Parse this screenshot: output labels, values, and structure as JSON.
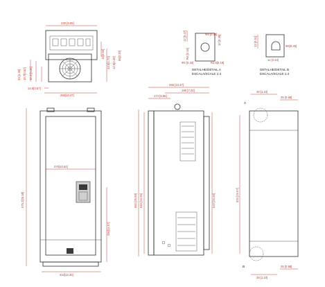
{
  "dimensions": {
    "top_width": "230 [9.05]",
    "top_h1": "15.7[0.62]",
    "top_h2": "33 [1.30]",
    "top_h3": "10.3 [0.40]",
    "top_h4": "14[0.55]",
    "top_h5": "43.6[1.72]",
    "top_h6": "12.5[0.49]",
    "top_h7": "56[2.20]",
    "top_left": "14.5[0.57]",
    "top_base": "266[10.47]",
    "front_inner": "270[10.62]",
    "front_height": "675.2[26.58]",
    "front_lower": "294[11.57]",
    "front_bottom": "310[12.20]",
    "side_top": "266 [10.47]",
    "side_top2": "186 [7.32]",
    "side_left": "174 [6.85]",
    "side_h1": "650 [25.59]",
    "side_h2": "616 [24.25]",
    "side_h3": "622 [24.49]",
    "det_a1": "12 [0.47]",
    "det_a2": "Φ8 [0.32]",
    "det_a3": "10 [0.39]",
    "det_a4": "R4 [0.16]",
    "det_a5": "Φ5 [0.20]",
    "det_a6": "R4.5[0.18]",
    "det_b1": "13 [0.51]",
    "det_b2": "Φ6[0.25]",
    "det_b3": "11 [0.43]",
    "back_top1": "28 [1.10]",
    "back_top2": "25 [0.98]",
    "back_h": "624 [24.57]",
    "back_bot1": "28 [1.10]",
    "back_bot2": "25 [0.98]"
  },
  "detail_a": {
    "title": "DETALHE/DETAIL A",
    "scale": "ESCALA/SCALE 1:4"
  },
  "detail_b": {
    "title": "DETALHE/DETAIL B",
    "scale": "ESCALA/SCALE 1:4"
  },
  "labels": {
    "a": "A",
    "b": "B"
  },
  "colors": {
    "line": "#2b2b2b",
    "dimension": "#c0392b"
  }
}
